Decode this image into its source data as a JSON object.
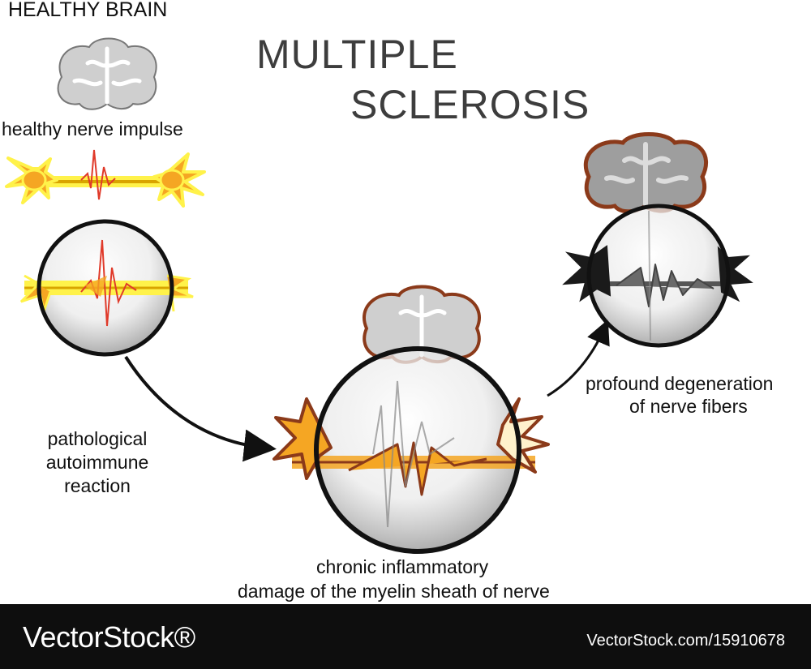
{
  "labels": {
    "healthy_brain": "HEALTHY BRAIN",
    "title_line1": "MULTIPLE",
    "title_line2": "SCLEROSIS",
    "healthy_impulse": "healthy nerve impulse",
    "pathological": "pathological autoimmune reaction",
    "profound_line1": "profound degeneration",
    "profound_line2": "of nerve fibers",
    "chronic_line1": "chronic inflammatory",
    "chronic_line2": "damage of the myelin sheath of nerve"
  },
  "footer": {
    "brand": "VectorStock®",
    "image_id": "VectorStock.com/15910678"
  },
  "colors": {
    "neuron_yellow": "#f5a623",
    "myelin_yellow": "#fff24a",
    "brain_gray": "#cfcfcf",
    "inflamed_brown": "#8b3a1a",
    "degenerated_dark": "#1a1a1a",
    "signal_red": "#e03a2a",
    "footer_bg": "#0e0e0e"
  },
  "icons": [
    "brain-icon",
    "neuron-icon",
    "magnifier-lens-icon",
    "arrow-icon"
  ]
}
